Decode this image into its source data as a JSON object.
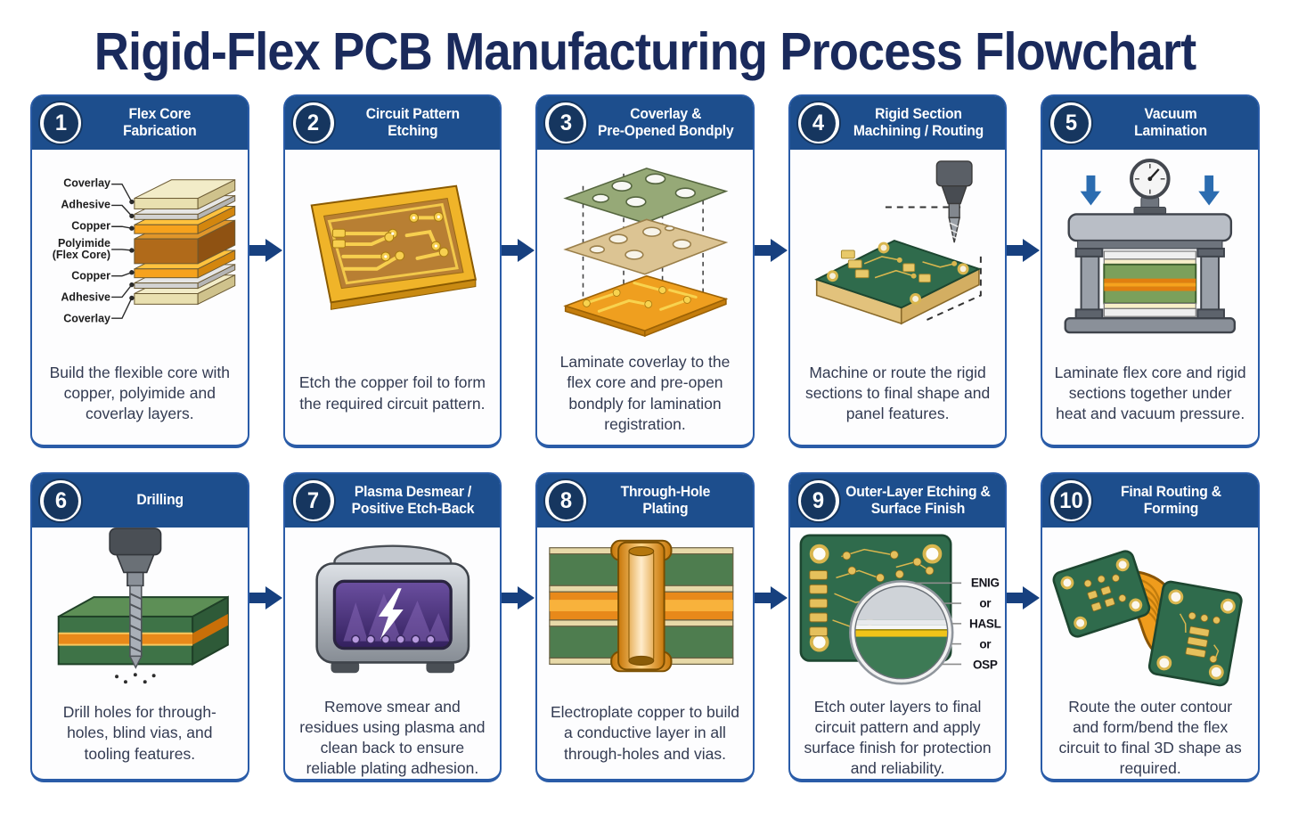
{
  "title": "Rigid-Flex PCB Manufacturing Process Flowchart",
  "colors": {
    "title_navy": "#1a2a5c",
    "header_blue": "#1d4e8d",
    "badge_navy": "#16365f",
    "card_border_blue": "#2a5ca8",
    "flow_arrow_navy": "#17407f",
    "press_arrow_blue": "#2b6cb0",
    "body_text": "#333b52",
    "pcb_green": "#2f6b4c",
    "copper_orange": "#f6a21d"
  },
  "steps": [
    {
      "number": "1",
      "title": "Flex Core\nFabrication",
      "description": "Build the flexible core with copper, polyimide and coverlay layers.",
      "illustration": "flex-core-layer-stack",
      "layer_labels": [
        "Coverlay",
        "Adhesive",
        "Copper",
        "Polyimide\n(Flex Core)",
        "Copper",
        "Adhesive",
        "Coverlay"
      ]
    },
    {
      "number": "2",
      "title": "Circuit Pattern\nEtching",
      "description": "Etch the copper foil to form the required circuit pattern.",
      "illustration": "etched-copper-pcb"
    },
    {
      "number": "3",
      "title": "Coverlay &\nPre-Opened Bondply",
      "description": "Laminate coverlay to the flex core and pre-open bondply for lamination registration.",
      "illustration": "exploded-coverlay-bondply-stack"
    },
    {
      "number": "4",
      "title": "Rigid Section\nMachining / Routing",
      "description": "Machine or route the rigid sections to final shape and panel features.",
      "illustration": "router-bit-over-rigid-board"
    },
    {
      "number": "5",
      "title": "Vacuum\nLamination",
      "description": "Laminate flex core and rigid sections together under heat and vacuum pressure.",
      "illustration": "heated-vacuum-press"
    },
    {
      "number": "6",
      "title": "Drilling",
      "description": "Drill holes for through-holes, blind vias, and tooling features.",
      "illustration": "drill-through-board"
    },
    {
      "number": "7",
      "title": "Plasma Desmear /\nPositive Etch-Back",
      "description": "Remove smear and residues using plasma and clean back to ensure reliable plating adhesion.",
      "illustration": "plasma-chamber"
    },
    {
      "number": "8",
      "title": "Through-Hole\nPlating",
      "description": "Electroplate copper to build a conductive layer in all through-holes and vias.",
      "illustration": "plated-through-hole-cross-section"
    },
    {
      "number": "9",
      "title": "Outer-Layer Etching &\nSurface Finish",
      "description": "Etch outer layers to final circuit pattern and apply surface finish for protection and reliability.",
      "illustration": "pcb-surface-finish-magnifier",
      "finish_labels": [
        "ENIG",
        "or",
        "HASL",
        "or",
        "OSP"
      ]
    },
    {
      "number": "10",
      "title": "Final Routing &\nForming",
      "description": "Route the outer contour and form/bend the flex circuit to final 3D shape as required.",
      "illustration": "formed-rigid-flex-assembly"
    }
  ]
}
